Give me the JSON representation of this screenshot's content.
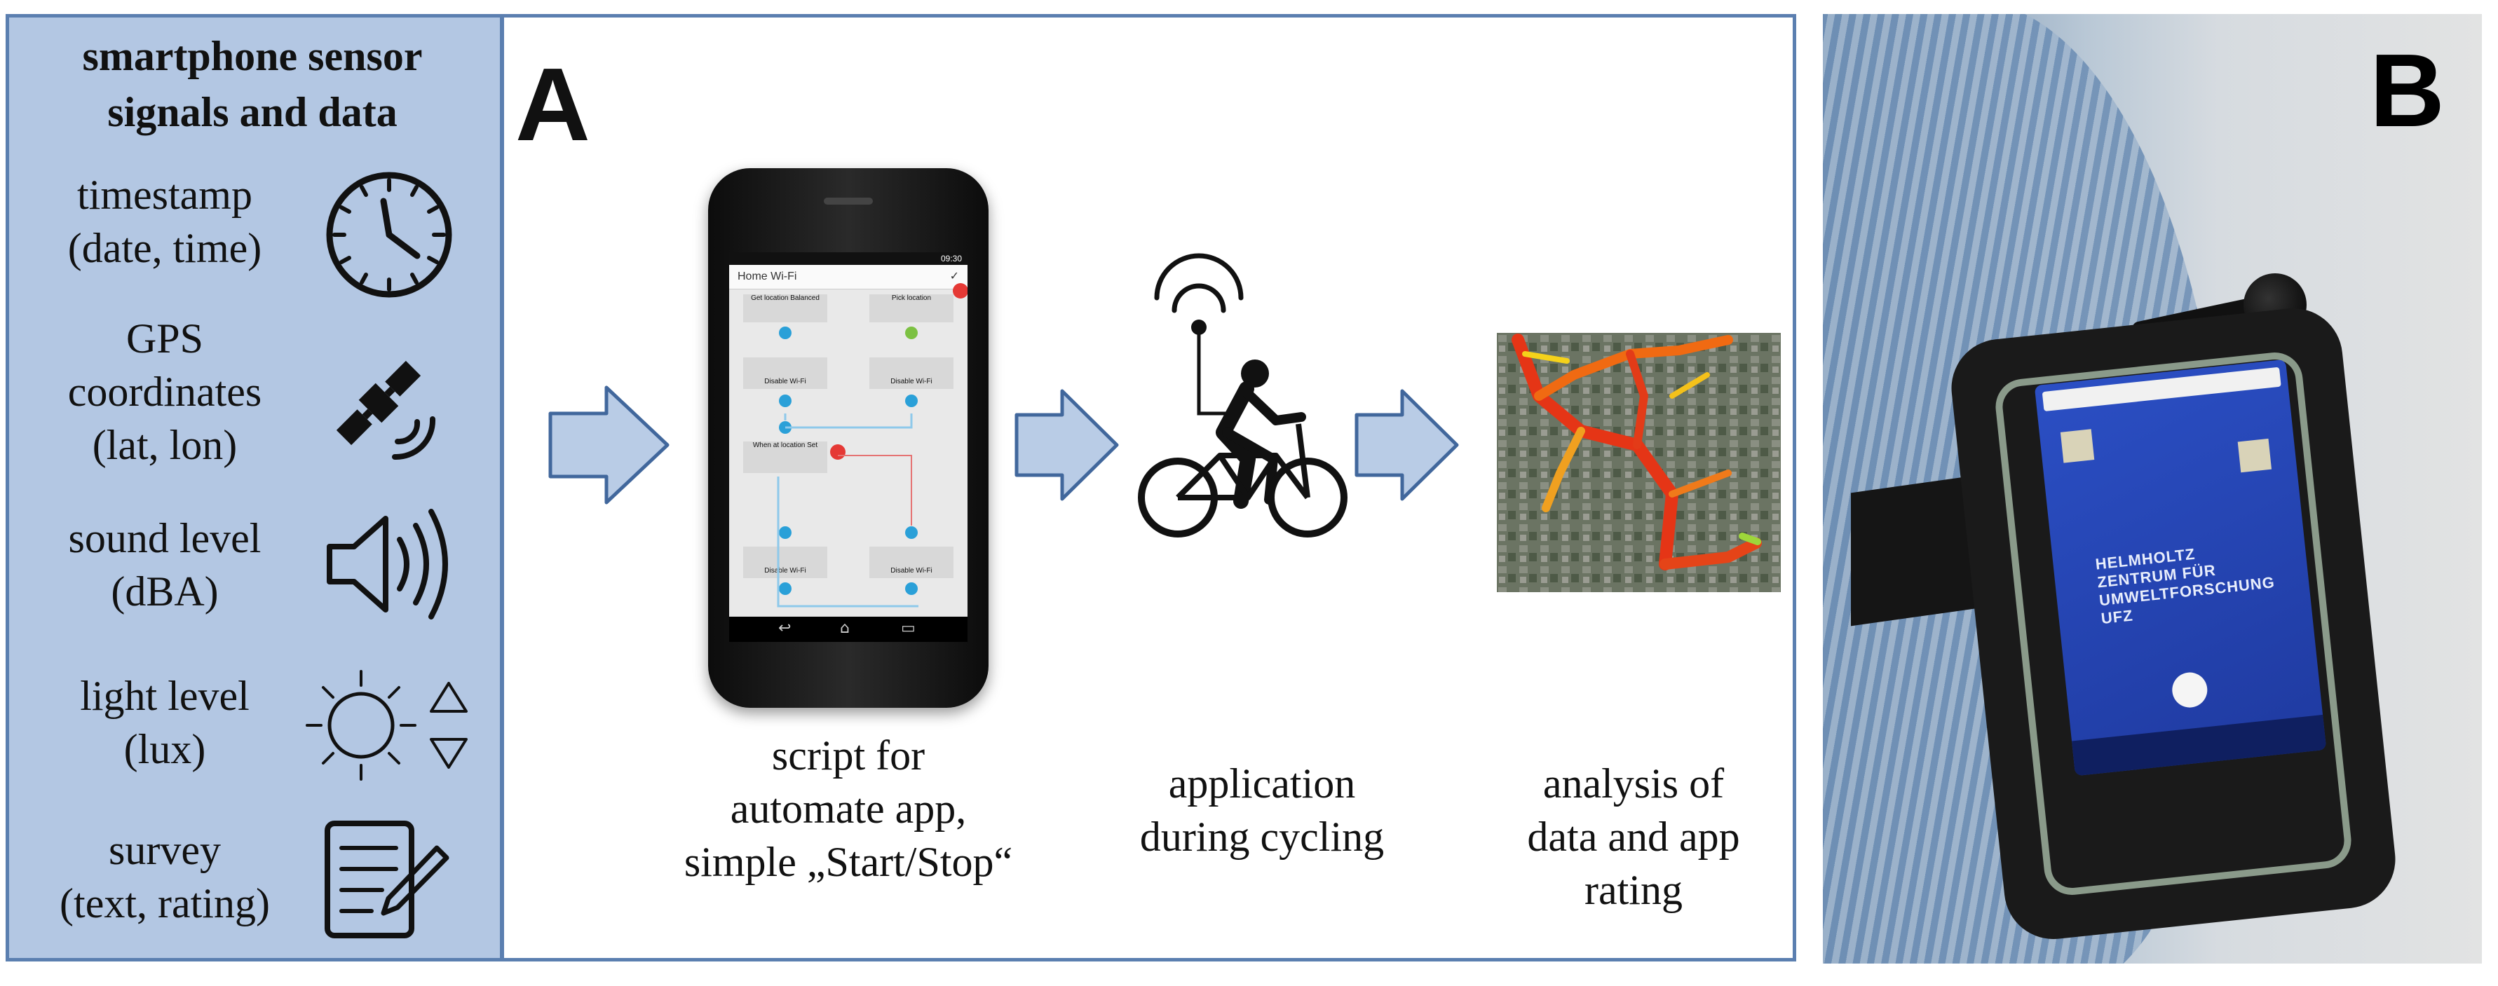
{
  "sidebar": {
    "title_line1": "smartphone sensor",
    "title_line2": "signals and data",
    "items": [
      {
        "line1": "timestamp",
        "line2": "(date, time)",
        "icon": "clock-icon"
      },
      {
        "line1": "GPS",
        "line2": "coordinates",
        "line3": "(lat, lon)",
        "icon": "satellite-icon"
      },
      {
        "line1": "sound level",
        "line2": "(dBA)",
        "icon": "speaker-icon"
      },
      {
        "line1": "light level",
        "line2": "(lux)",
        "icon": "sun-icon"
      },
      {
        "line1": "survey",
        "line2": "(text, rating)",
        "icon": "survey-form-icon"
      }
    ]
  },
  "panel_a_label": "A",
  "panel_b_label": "B",
  "steps": [
    {
      "line1": "script for",
      "line2": "automate app,",
      "line3": "simple „Start/Stop“"
    },
    {
      "line1": "application",
      "line2": "during cycling"
    },
    {
      "line1": "analysis of",
      "line2": "data and app",
      "line3": "rating"
    }
  ],
  "phone_screen": {
    "header": "Home Wi-Fi",
    "status_time": "09:30",
    "blocks": [
      "Get location Balanced",
      "Pick location",
      "Disable Wi-Fi",
      "Disable Wi-Fi",
      "When at location Set",
      "Disable Wi-Fi",
      "Disable Wi-Fi"
    ]
  },
  "photo_phone": {
    "brand_line1": "HELMHOLTZ",
    "brand_line2": "ZENTRUM FÜR",
    "brand_line3": "UMWELTFORSCHUNG",
    "brand_line4": "UFZ"
  },
  "colors": {
    "sidebar_bg": "#b3c7e3",
    "frame": "#5b7fb0",
    "arrow_fill": "#b9cce6",
    "arrow_stroke": "#41679c"
  }
}
